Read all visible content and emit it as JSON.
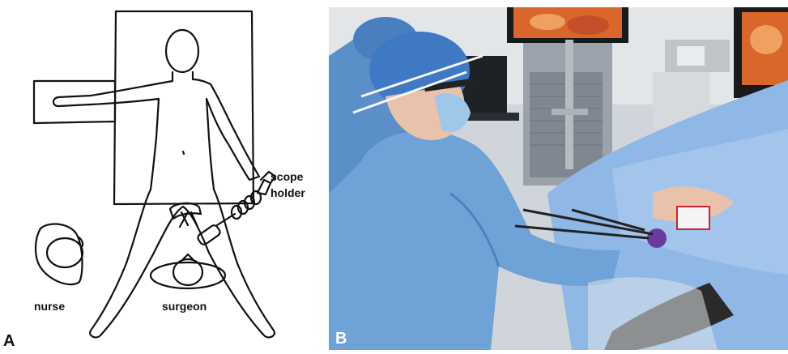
{
  "panel_a": {
    "letter": "A",
    "labels": {
      "scope_holder_line1": "scope",
      "scope_holder_line2": "holder",
      "nurse": "nurse",
      "surgeon": "surgeon"
    }
  },
  "panel_b": {
    "letter": "B"
  },
  "colors": {
    "line": "#111111",
    "gown": "#6fa2d6",
    "drape": "#8fb8e6",
    "wall": "#d8dde2",
    "monitor_screen": "#d9662a",
    "cap": "#3f79c4",
    "skin": "#e8c2ab"
  }
}
